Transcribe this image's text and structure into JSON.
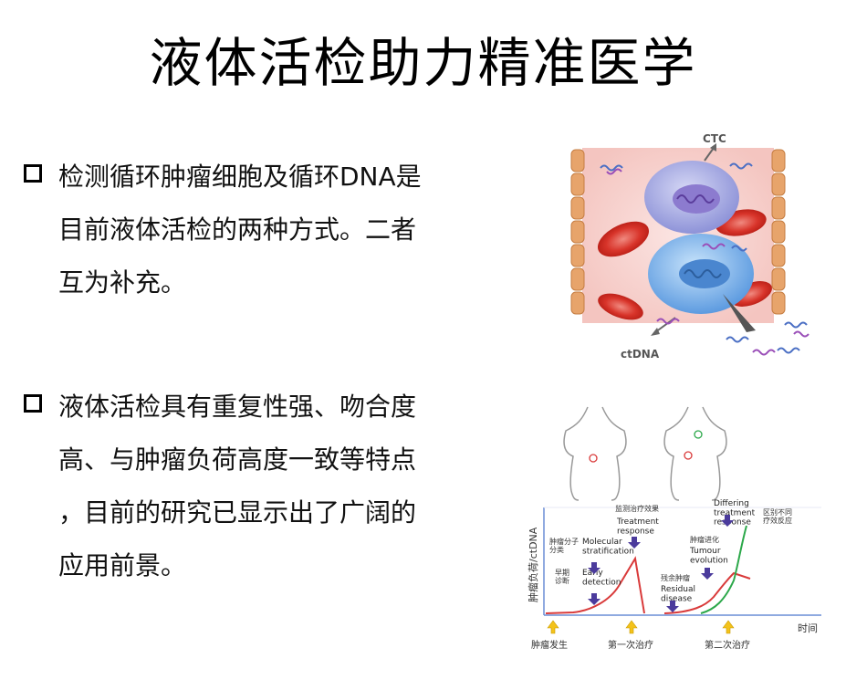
{
  "slide": {
    "title": "液体活检助力精准医学"
  },
  "bullets": [
    {
      "lines": [
        "检测循环肿瘤细胞及循环DNA是",
        "目前液体活检的两种方式。二者",
        "互为补充。"
      ]
    },
    {
      "lines": [
        "液体活检具有重复性强、吻合度",
        "高、与肿瘤负荷高度一致等特点",
        "，目前的研究已显示出了广阔的",
        "应用前景。"
      ]
    }
  ],
  "vessel_figure": {
    "ctc_label": "CTC",
    "ctdna_label": "ctDNA"
  },
  "timeline_figure": {
    "y_axis_label": "肿瘤负荷/ctDNA",
    "x_axis_label": "时间",
    "annotations": {
      "early_cn": "早期\n诊断",
      "early_en": "Early\ndetection",
      "molecular_cn": "肿瘤分子\n分类",
      "molecular_en": "Molecular\nstratification",
      "treatment_cn": "监测治疗效果",
      "treatment_en": "Treatment\nresponse",
      "residual_cn": "残余肿瘤",
      "residual_en": "Residual\ndisease",
      "evolution_cn": "肿瘤进化",
      "evolution_en": "Tumour\nevolution",
      "differing_en": "Differing\ntreatment\nresponse",
      "differing_cn": "区别不同\n疗效反应"
    },
    "time_labels": [
      "肿瘤发生",
      "第一次治疗",
      "第二次治疗"
    ]
  }
}
